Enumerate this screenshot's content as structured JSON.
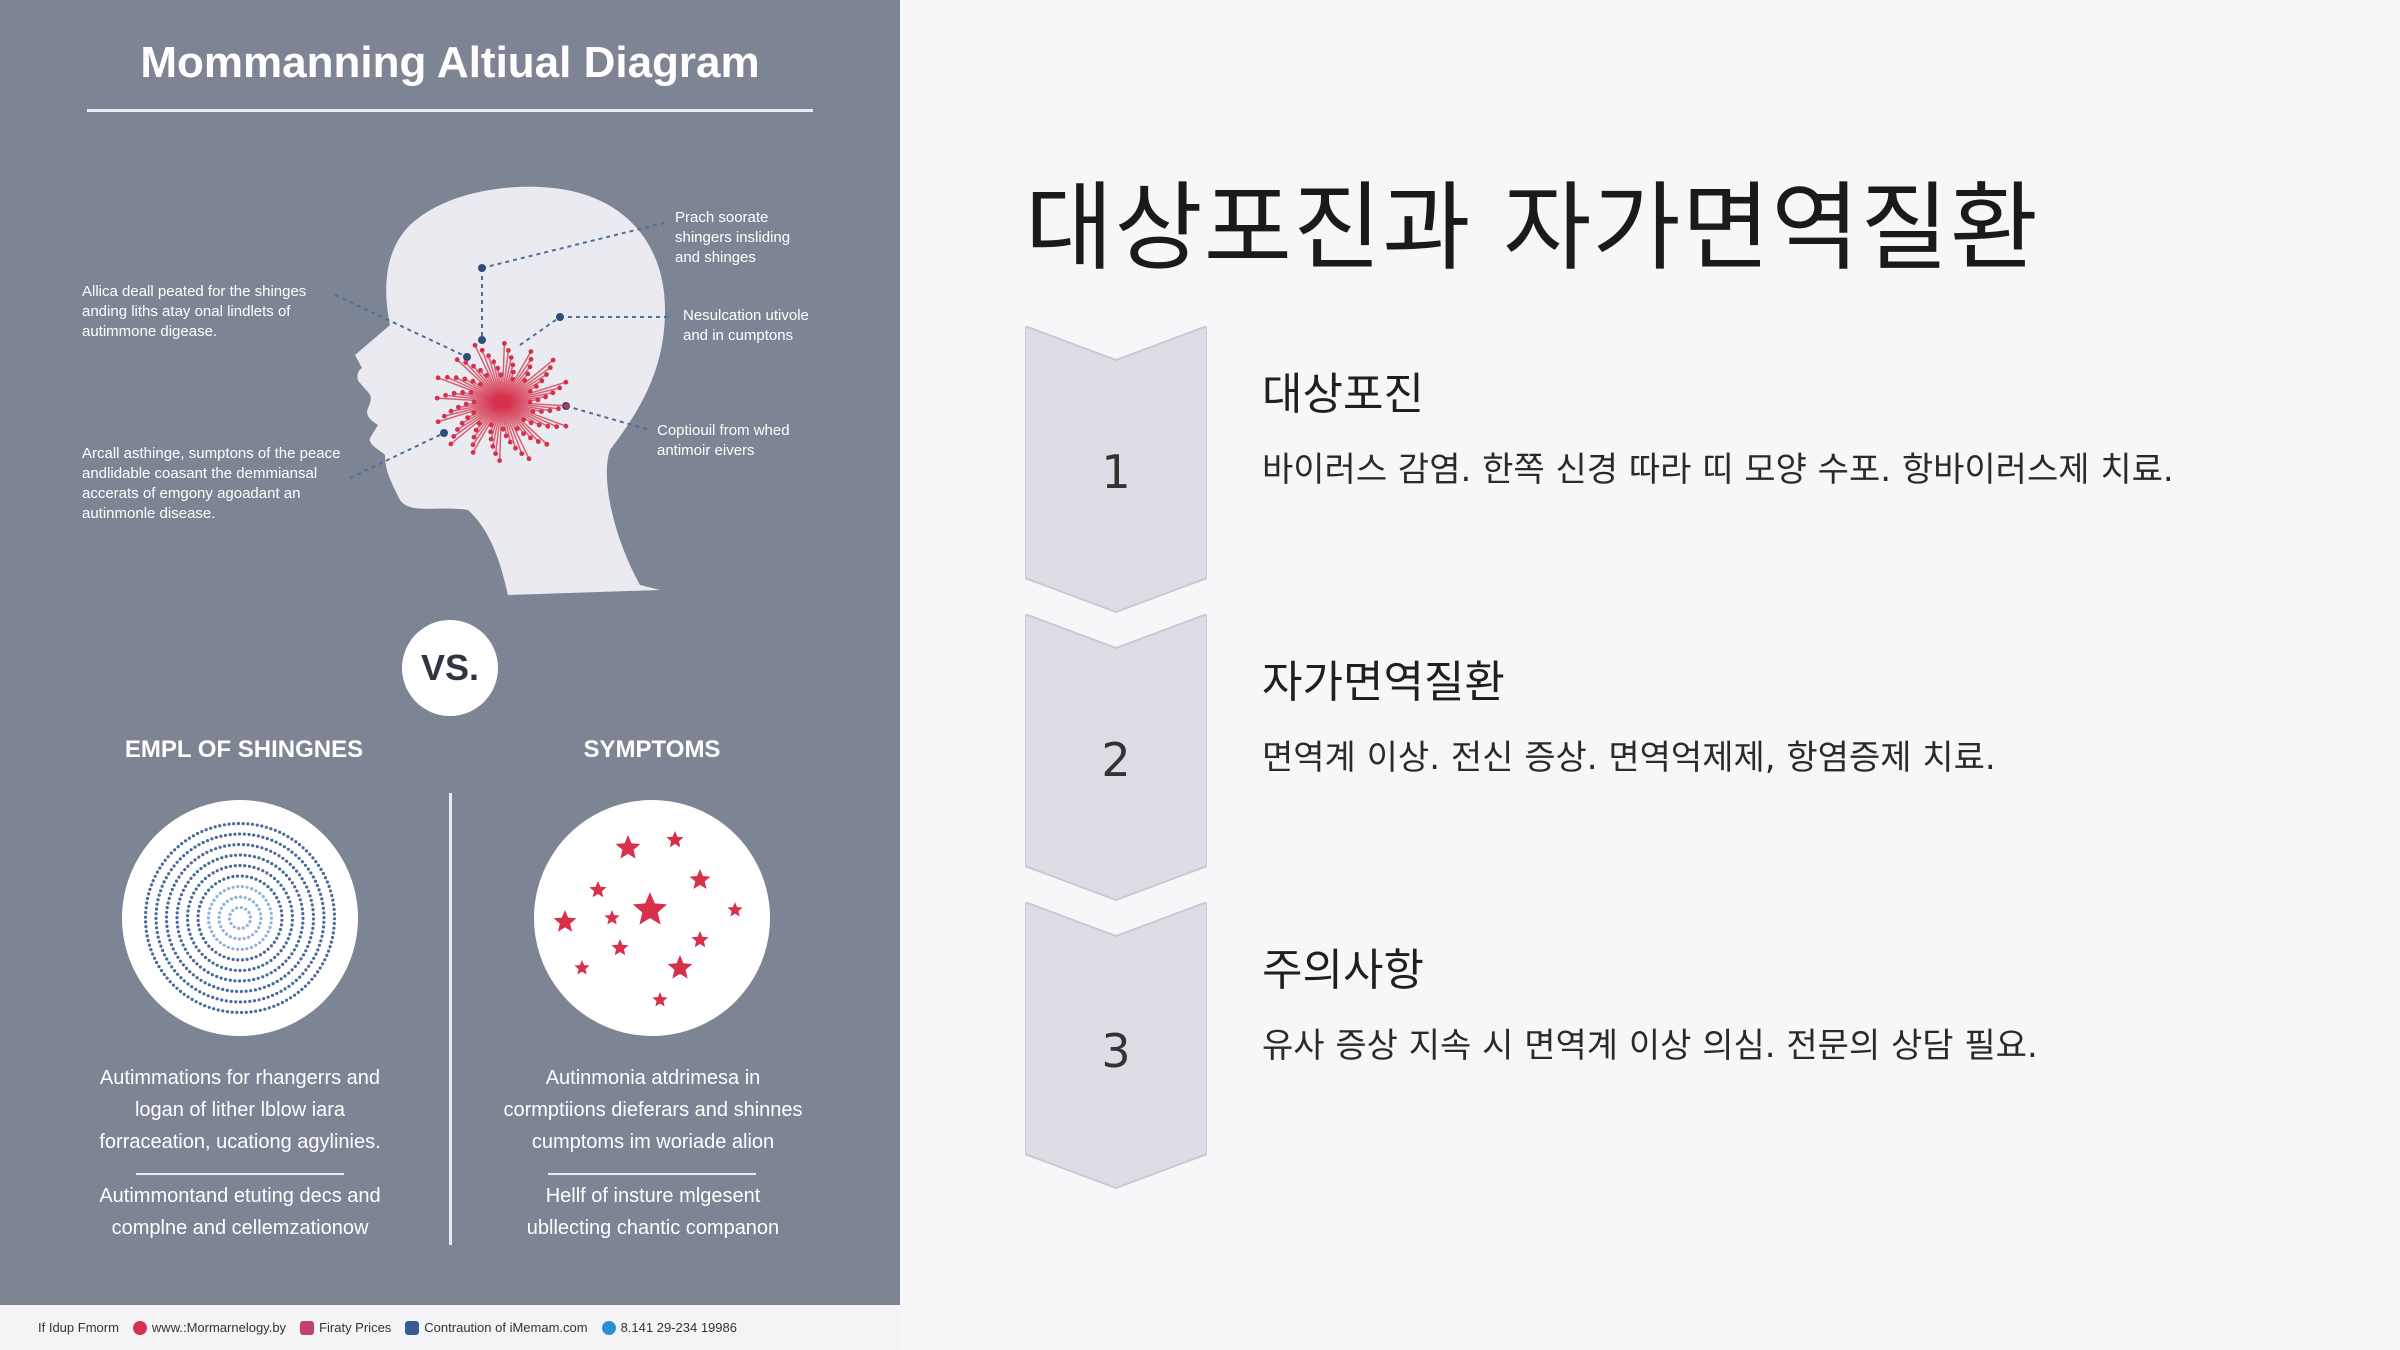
{
  "infographic": {
    "title": "Mommanning Altiual Diagram",
    "callouts": {
      "top_right": "Prach soorate\nshingers insliding\nand shinges",
      "left_upper": "Allica deall peated for the shinges\nanding liths atay onal lindlets of\nautimmone digease.",
      "right_mid": "Nesulcation utivole\nand in cumptons",
      "right_low": "Coptiouil from whed\nantimoir eivers",
      "left_lower": "Arcall asthinge, sumptons of the peace\nandlidable coasant the demmiansal\naccerats of emgony agoadant an\nautinmonle disease."
    },
    "vs_label": "VS.",
    "left_column": {
      "heading": "EMPL OF SHINGNES",
      "text1": "Autimmations for rhangerrs and\nlogan of lither lblow iara\nforraceation, ucationg agylinies.",
      "text2": "Autimmontand etuting decs and\ncomplne and cellemzationow"
    },
    "right_column": {
      "heading": "SYMPTOMS",
      "text1": "Autinmonia atdrimesa in\ncormptiions dieferars and shinnes\ncumptoms im woriade alion",
      "text2": "Hellf of insture mlgesent\nubllecting chantic companon"
    },
    "footer": {
      "item1": "If Idup Fmorm",
      "item2": "www.:Mormarnelogy.by",
      "item3": "Firaty Prices",
      "item4": "Contraution of iMemam.com",
      "item5": "8.141 29-234 19986"
    },
    "colors": {
      "panel": "#7d8494",
      "accent": "#d6304a",
      "dots": "#4a6a9a"
    }
  },
  "slide": {
    "title": "대상포진과 자가면역질환",
    "steps": [
      {
        "number": "1",
        "heading": "대상포진",
        "description": "바이러스 감염. 한쪽 신경 따라 띠 모양 수포. 항바이러스제 치료."
      },
      {
        "number": "2",
        "heading": "자가면역질환",
        "description": "면역계 이상. 전신 증상. 면역억제제, 항염증제 치료."
      },
      {
        "number": "3",
        "heading": "주의사항",
        "description": "유사 증상 지속 시 면역계 이상 의심. 전문의 상담 필요."
      }
    ]
  }
}
